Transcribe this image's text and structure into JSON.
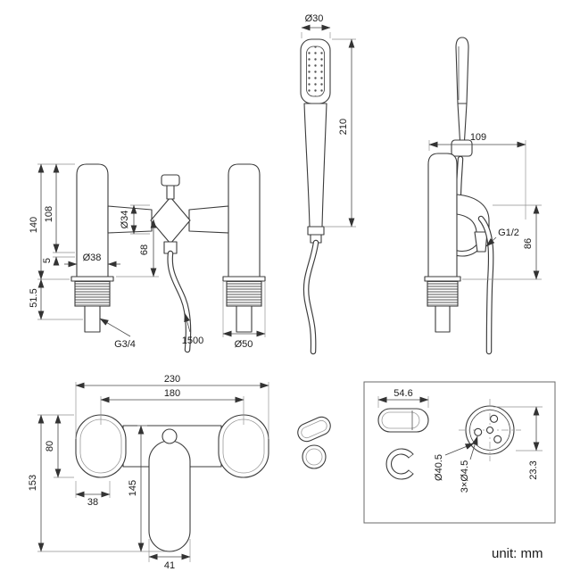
{
  "unit": {
    "label": "unit: mm"
  },
  "views": {
    "front": {
      "overall_height": "140",
      "body_height": "108",
      "deck_gap": "5",
      "shank_length": "51.5",
      "pillar_diameter": "Ø38",
      "valve_diameter": "Ø34",
      "outlet_height": "68",
      "inlet_thread": "G3/4",
      "hose_length": "1500",
      "base_diameter": "Ø50"
    },
    "handset": {
      "head_diameter": "Ø30",
      "handset_length": "210"
    },
    "side": {
      "depth": "109",
      "outlet_thread": "G1/2",
      "spout_height": "86"
    },
    "top": {
      "overall_width": "230",
      "inlet_centres": "180",
      "body_depth": "80",
      "overall_depth": "153",
      "handle_length": "145",
      "edge_offset": "38",
      "handle_width": "41"
    },
    "detail": {
      "bracket_width": "54.6",
      "flange_diameter": "Ø40.5",
      "fixing_holes": "3×Ø4.5",
      "hole_offset": "23.3"
    }
  }
}
